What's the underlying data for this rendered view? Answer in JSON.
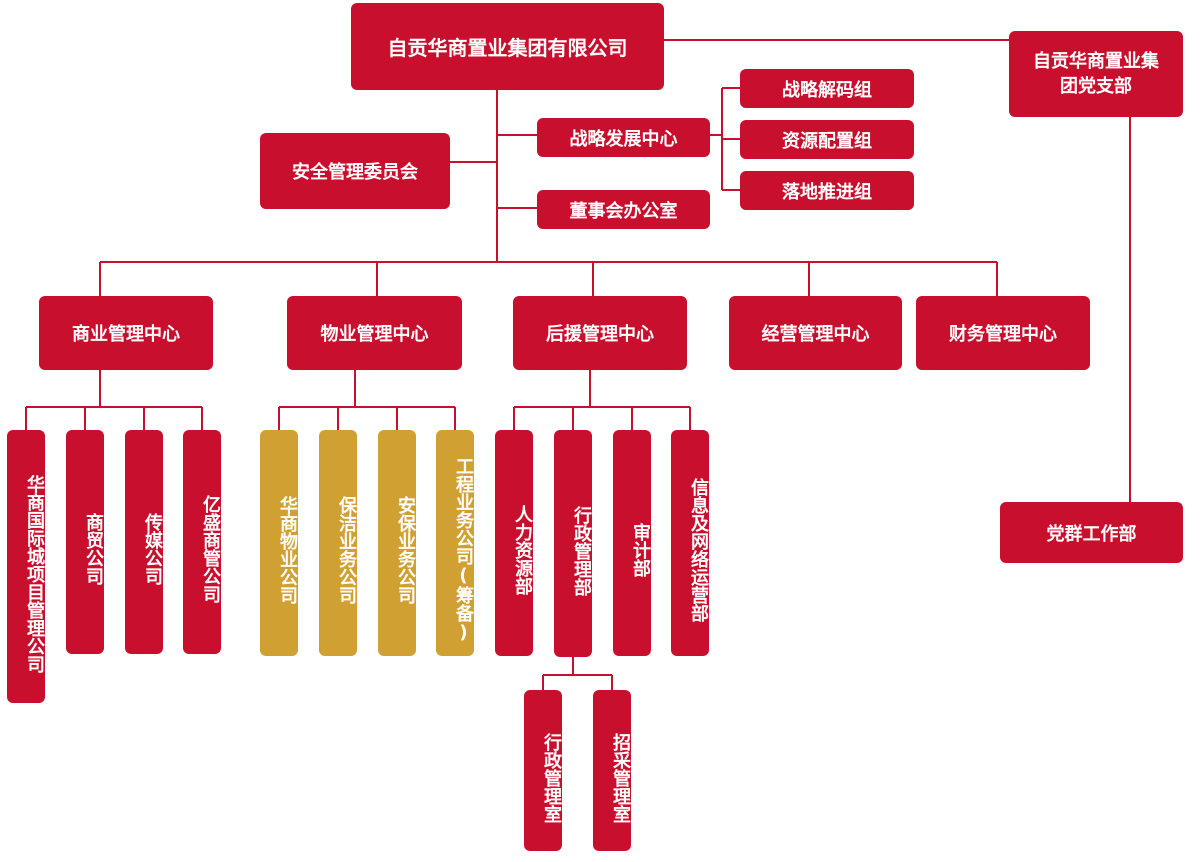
{
  "org": {
    "root": "自贡华商置业集团有限公司",
    "party_branch": "自贡华商置业集团党支部",
    "party_work": "党群工作部",
    "safety": "安全管理委员会",
    "strategy_center": "战略发展中心",
    "board_office": "董事会办公室",
    "strategy_groups": [
      "战略解码组",
      "资源配置组",
      "落地推进组"
    ],
    "centers": [
      "商业管理中心",
      "物业管理中心",
      "后援管理中心",
      "经营管理中心",
      "财务管理中心"
    ],
    "commercial_units": [
      "华商国际城项目管理公司",
      "商贸公司",
      "传媒公司",
      "亿盛商管公司"
    ],
    "property_units": [
      "华商物业公司",
      "保洁业务公司",
      "安保业务公司",
      "工程业务公司(筹备)"
    ],
    "support_units": [
      "人力资源部",
      "行政管理部",
      "审计部",
      "信息及网络运营部"
    ],
    "admin_units": [
      "行政管理室",
      "招采管理室"
    ]
  },
  "colors": {
    "primary": "#c8102e",
    "secondary": "#d1a033",
    "line": "#c8102e"
  }
}
